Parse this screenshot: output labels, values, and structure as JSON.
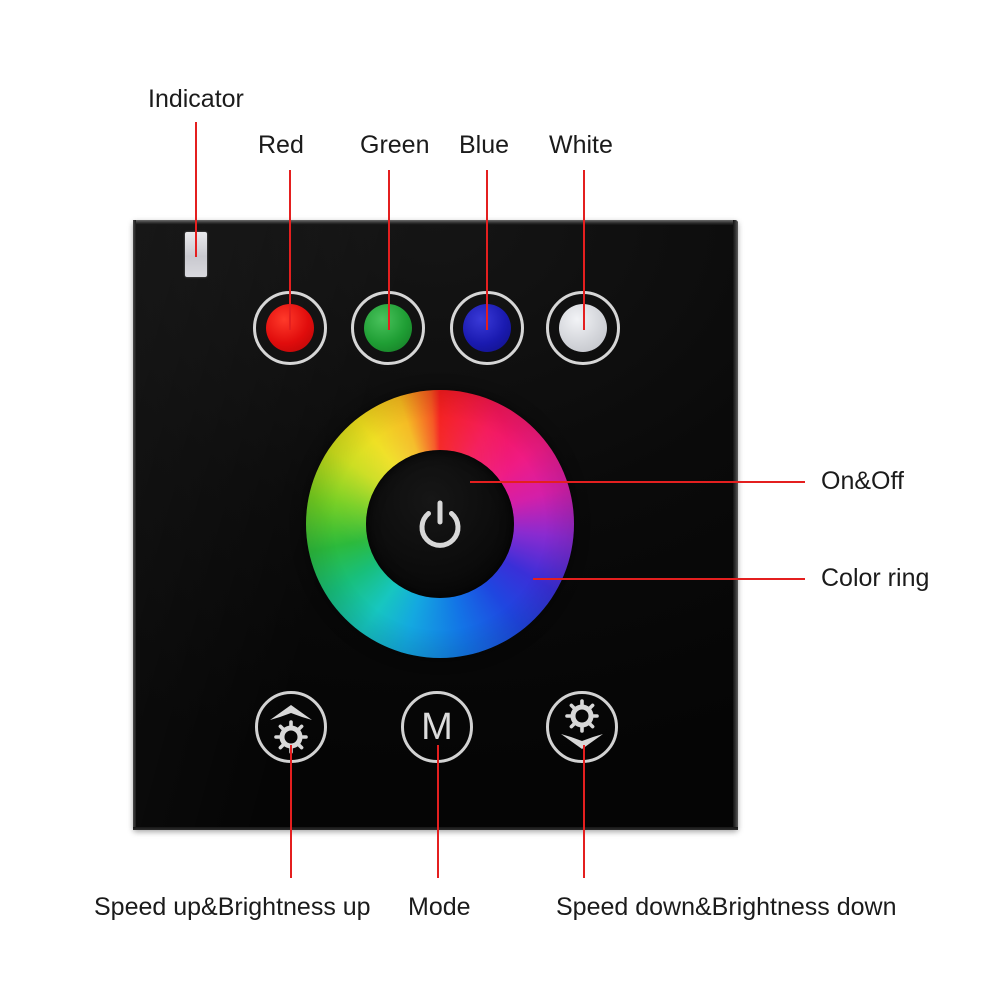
{
  "diagram": {
    "title": "LED touch panel controller callout diagram",
    "background_color": "#ffffff",
    "leader_line_color": "#e41f1f",
    "label_color": "#1b1b1b"
  },
  "device": {
    "name": "rgb-touch-panel",
    "body_color": "#090909",
    "indicator": {
      "label": "Indicator",
      "color": "#d9d9de"
    },
    "color_keys": [
      {
        "id": "red",
        "label": "Red",
        "dot_color": "#e00c0c",
        "ring_color": "#d6d6d6"
      },
      {
        "id": "green",
        "label": "Green",
        "dot_color": "#1f9e34",
        "ring_color": "#d6d6d6"
      },
      {
        "id": "blue",
        "label": "Blue",
        "dot_color": "#1a1ab0",
        "ring_color": "#d6d6d6"
      },
      {
        "id": "white",
        "label": "White",
        "dot_color": "#d3d5da",
        "ring_color": "#d6d6d6"
      }
    ],
    "color_ring": {
      "label": "Color ring",
      "icon": "color-wheel",
      "hue_order_clockwise": [
        "red",
        "magenta",
        "violet",
        "blue",
        "cyan",
        "green",
        "yellow",
        "orange",
        "red"
      ]
    },
    "power_button": {
      "label": "On&Off",
      "icon": "power-icon",
      "glyph_color": "#d8d8d8"
    },
    "function_keys": [
      {
        "id": "speed-up",
        "label": "Speed up&Brightness up",
        "icon": "brightness-up-icon"
      },
      {
        "id": "mode",
        "label": "Mode",
        "icon": "mode-letter-m",
        "glyph": "M"
      },
      {
        "id": "speed-down",
        "label": "Speed down&Brightness down",
        "icon": "brightness-down-icon"
      }
    ]
  },
  "callouts": {
    "indicator": "Indicator",
    "red": "Red",
    "green": "Green",
    "blue": "Blue",
    "white": "White",
    "on_off": "On&Off",
    "color_ring": "Color ring",
    "speed_up": "Speed up&Brightness up",
    "mode": "Mode",
    "speed_down": "Speed down&Brightness down"
  }
}
